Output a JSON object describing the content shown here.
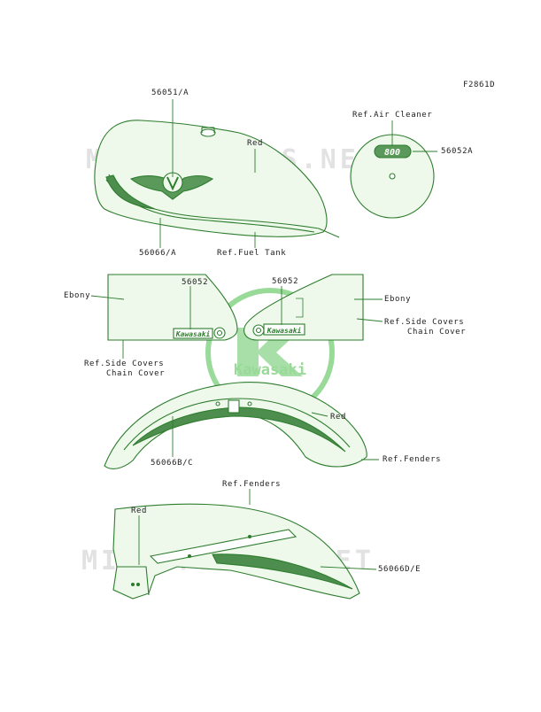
{
  "figure_code": "F2861D",
  "watermark": {
    "text": "MICROFICHES.NET",
    "color": "#d9d9d9"
  },
  "center_logo": {
    "brand": "Kawasaki",
    "color": "#7fd27f"
  },
  "colors": {
    "line": "#2e7d2e",
    "fill": "#e9f7e6",
    "text": "#1e1e1e"
  },
  "callouts": {
    "part_56051A": "56051/A",
    "ref_air_cleaner": "Ref.Air Cleaner",
    "part_56052A": "56052A",
    "tank_color": "Red",
    "part_56066A": "56066/A",
    "ref_fuel_tank": "Ref.Fuel Tank",
    "left_cover_color": "Ebony",
    "left_part_56052": "56052",
    "right_part_56052": "56052",
    "right_cover_color": "Ebony",
    "right_ref_line1": "Ref.Side Covers",
    "right_ref_line2": "Chain Cover",
    "left_ref_line1": "Ref.Side Covers",
    "left_ref_line2": "Chain Cover",
    "front_fender_color": "Red",
    "ref_fenders_front": "Ref.Fenders",
    "part_56066BC": "56066B/C",
    "ref_fenders_rear": "Ref.Fenders",
    "rear_fender_color": "Red",
    "part_56066DE": "56066D/E"
  },
  "emblem_badge_text": "800",
  "decal_text": "Kawasaki"
}
